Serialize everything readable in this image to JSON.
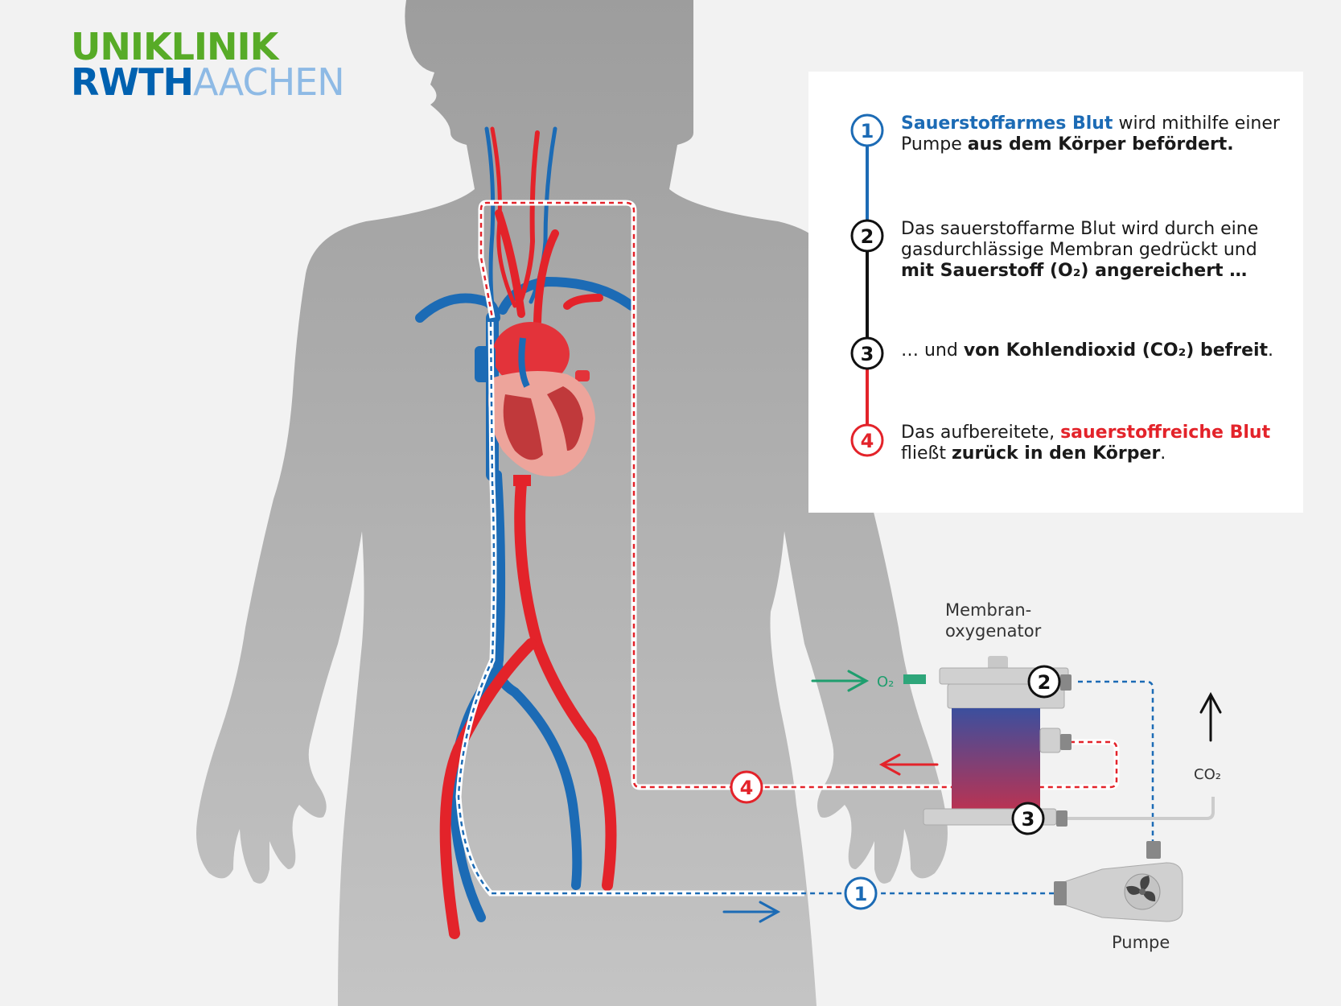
{
  "logo": {
    "line1": "UNIKLINIK",
    "line2a": "RWTH",
    "line2b": "AACHEN"
  },
  "legend": {
    "steps": [
      {
        "number": "1",
        "color": "#1c6bb5",
        "parts": [
          {
            "text": "Sauerstoffarmes Blut",
            "style": "bold-blue"
          },
          {
            "text": " wird mithilfe einer Pumpe ",
            "style": "normal"
          },
          {
            "text": "aus dem Körper befördert.",
            "style": "bold"
          }
        ]
      },
      {
        "number": "2",
        "color": "#111111",
        "parts": [
          {
            "text": "Das sauerstoffarme Blut wird durch eine gasdurchlässige Membran gedrückt und ",
            "style": "normal"
          },
          {
            "text": "mit Sauerstoff (O₂) angereichert …",
            "style": "bold"
          }
        ]
      },
      {
        "number": "3",
        "color": "#111111",
        "parts": [
          {
            "text": "… und ",
            "style": "normal"
          },
          {
            "text": "von Kohlendioxid (CO₂) befreit",
            "style": "bold"
          },
          {
            "text": ".",
            "style": "normal"
          }
        ]
      },
      {
        "number": "4",
        "color": "#e3232a",
        "parts": [
          {
            "text": "Das aufbereitete, ",
            "style": "normal"
          },
          {
            "text": "sauerstoffreiche Blut",
            "style": "bold-red"
          },
          {
            "text": " fließt ",
            "style": "normal"
          },
          {
            "text": "zurück in den Körper",
            "style": "bold"
          },
          {
            "text": ".",
            "style": "normal"
          }
        ]
      }
    ]
  },
  "diagram": {
    "oxygenator_label_line1": "Membran-",
    "oxygenator_label_line2": "oxygenator",
    "pump_label": "Pumpe",
    "o2_label": "O₂",
    "co2_label": "CO₂",
    "marker_1": "1",
    "marker_2": "2",
    "marker_3": "3",
    "marker_4": "4"
  },
  "colors": {
    "venous": "#1c6bb5",
    "arterial": "#e3232a",
    "body": "#a6a6a6",
    "oxygen": "#1f9e6e"
  }
}
